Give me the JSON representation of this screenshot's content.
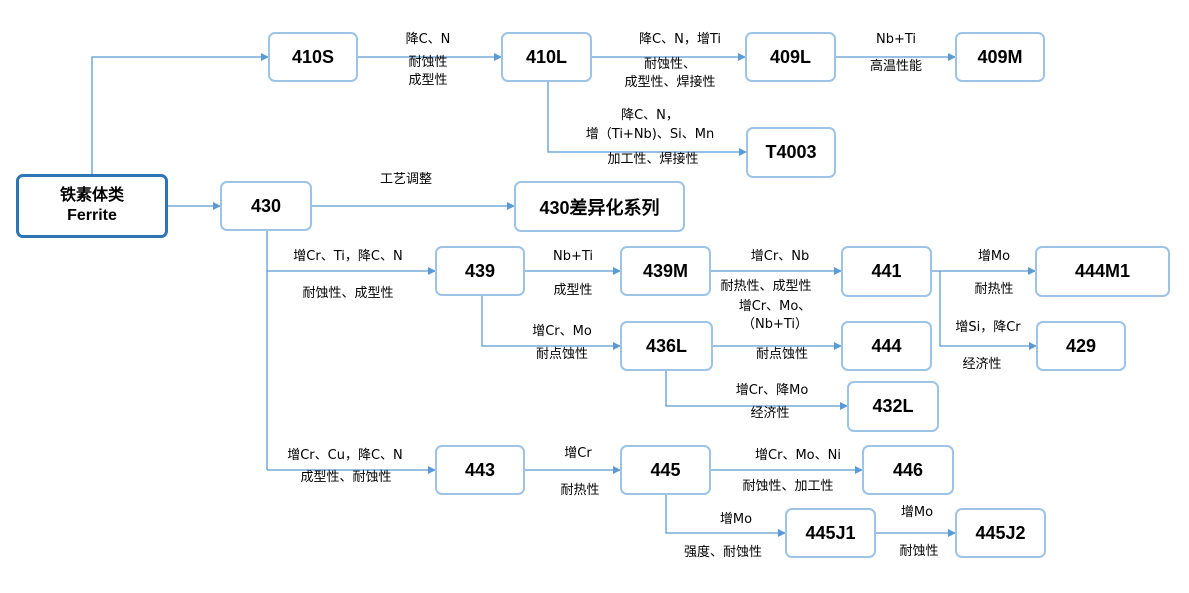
{
  "nodes": {
    "root_cn": "铁素体类",
    "root_en": "Ferrite",
    "n410S": "410S",
    "n410L": "410L",
    "n409L": "409L",
    "n409M": "409M",
    "nT4003": "T4003",
    "n430": "430",
    "n430diff": "430差异化系列",
    "n439": "439",
    "n439M": "439M",
    "n441": "441",
    "n444M1": "444M1",
    "n436L": "436L",
    "n444": "444",
    "n429": "429",
    "n432L": "432L",
    "n443": "443",
    "n445": "445",
    "n446": "446",
    "n445J1": "445J1",
    "n445J2": "445J2"
  },
  "labels": {
    "e410S_410L_top": "降C、N",
    "e410S_410L_bot1": "耐蚀性",
    "e410S_410L_bot2": "成型性",
    "e410L_409L_top": "降C、N，增Ti",
    "e410L_409L_bot1": "耐蚀性、",
    "e410L_409L_bot2": "成型性、焊接性",
    "e409L_409M_top": "Nb+Ti",
    "e409L_409M_bot": "高温性能",
    "e410L_T4003_top1": "降C、N，",
    "e410L_T4003_top2": "增（Ti+Nb)、Si、Mn",
    "e410L_T4003_bot": "加工性、焊接性",
    "e430_diff_top": "工艺调整",
    "e430_439_top": "增Cr、Ti，降C、N",
    "e430_439_bot": "耐蚀性、成型性",
    "e439_439M_top": "Nb+Ti",
    "e439_439M_bot": "成型性",
    "e439M_441_top": "增Cr、Nb",
    "e439M_441_bot": "耐热性、成型性",
    "e441_444M1_top": "增Mo",
    "e441_444M1_bot": "耐热性",
    "e441_429_top": "增Si，降Cr",
    "e441_429_bot": "经济性",
    "e439_436L_top": "增Cr、Mo",
    "e439_436L_bot": "耐点蚀性",
    "e436L_444_top1": "增Cr、Mo、",
    "e436L_444_top2": "（Nb+Ti）",
    "e436L_444_bot": "耐点蚀性",
    "e436L_432L_top": "增Cr、降Mo",
    "e436L_432L_bot": "经济性",
    "e430_443_top": "增Cr、Cu，降C、N",
    "e430_443_bot": "成型性、耐蚀性",
    "e443_445_top": "增Cr",
    "e443_445_bot": "耐热性",
    "e445_446_top": "增Cr、Mo、Ni",
    "e445_446_bot": "耐蚀性、加工性",
    "e445_445J1_top": "增Mo",
    "e445_445J1_bot": "强度、耐蚀性",
    "e445J1_445J2_top": "增Mo",
    "e445J1_445J2_bot": "耐蚀性"
  },
  "colors": {
    "line": "#5b9bd5",
    "node_border": "#9dc3e6",
    "root_border": "#2e75b6"
  }
}
